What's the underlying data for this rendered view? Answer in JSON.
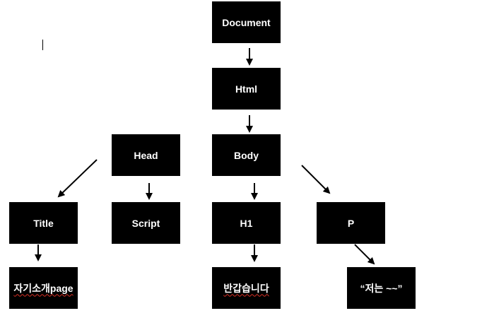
{
  "nodes": {
    "document": "Document",
    "html": "Html",
    "head": "Head",
    "body": "Body",
    "title": "Title",
    "script": "Script",
    "h1": "H1",
    "p": "P",
    "title_text": "자기소개page",
    "h1_text": "반갑습니다",
    "p_text": "“저는 ~~”"
  },
  "colors": {
    "node_fill": "#000000",
    "node_text": "#ffffff",
    "arrow": "#000000",
    "spellcheck_underline": "#d93025"
  }
}
